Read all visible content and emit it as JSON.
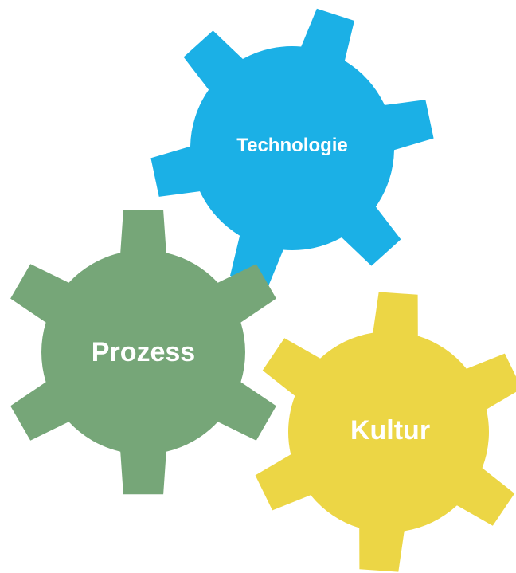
{
  "diagram": {
    "gears": [
      {
        "id": "technologie",
        "label": "Technologie",
        "color": "#1BB0E6"
      },
      {
        "id": "prozess",
        "label": "Prozess",
        "color": "#76A678"
      },
      {
        "id": "kultur",
        "label": "Kultur",
        "color": "#ECD645"
      }
    ],
    "label_color": "#FFFFFF",
    "background": "#FFFFFF"
  }
}
